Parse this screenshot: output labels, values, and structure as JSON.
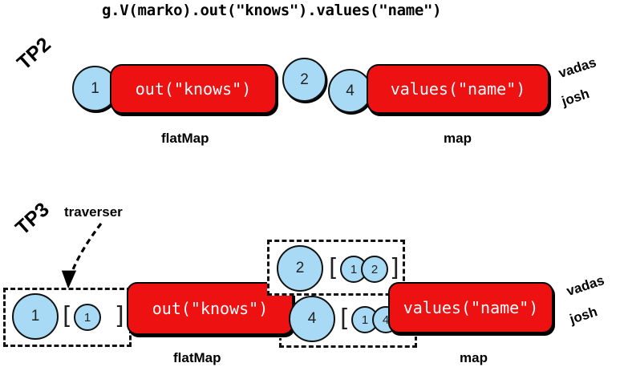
{
  "title": "g.V(marko).out(\"knows\").values(\"name\")",
  "rows": [
    {
      "id": "tp2",
      "label": "TP2",
      "steps": [
        {
          "name": "out-knows-step",
          "text": "out(\"knows\")",
          "caption": "flatMap"
        },
        {
          "name": "values-name-step",
          "text": "values(\"name\")",
          "caption": "map"
        }
      ],
      "circles": [
        {
          "name": "vertex-1",
          "value": "1"
        },
        {
          "name": "vertex-2",
          "value": "2"
        },
        {
          "name": "vertex-4",
          "value": "4"
        }
      ],
      "results": [
        "vadas",
        "josh"
      ]
    },
    {
      "id": "tp3",
      "label": "TP3",
      "annotation": "traverser",
      "steps": [
        {
          "name": "out-knows-step",
          "text": "out(\"knows\")",
          "caption": "flatMap"
        },
        {
          "name": "values-name-step",
          "text": "values(\"name\")",
          "caption": "map"
        }
      ],
      "traversers": [
        {
          "name": "traverser-1",
          "object": "1",
          "path": [
            "1"
          ]
        },
        {
          "name": "traverser-2",
          "object": "2",
          "path": [
            "1",
            "2"
          ]
        },
        {
          "name": "traverser-4",
          "object": "4",
          "path": [
            "1",
            "4"
          ]
        }
      ],
      "bracket_open": "[",
      "bracket_close": "]",
      "results": [
        "vadas",
        "josh"
      ]
    }
  ],
  "colors": {
    "step_red": "#ED1111",
    "circle_blue": "#A8DAF5",
    "outline_black": "#111111",
    "background": "#FFFFFF"
  }
}
